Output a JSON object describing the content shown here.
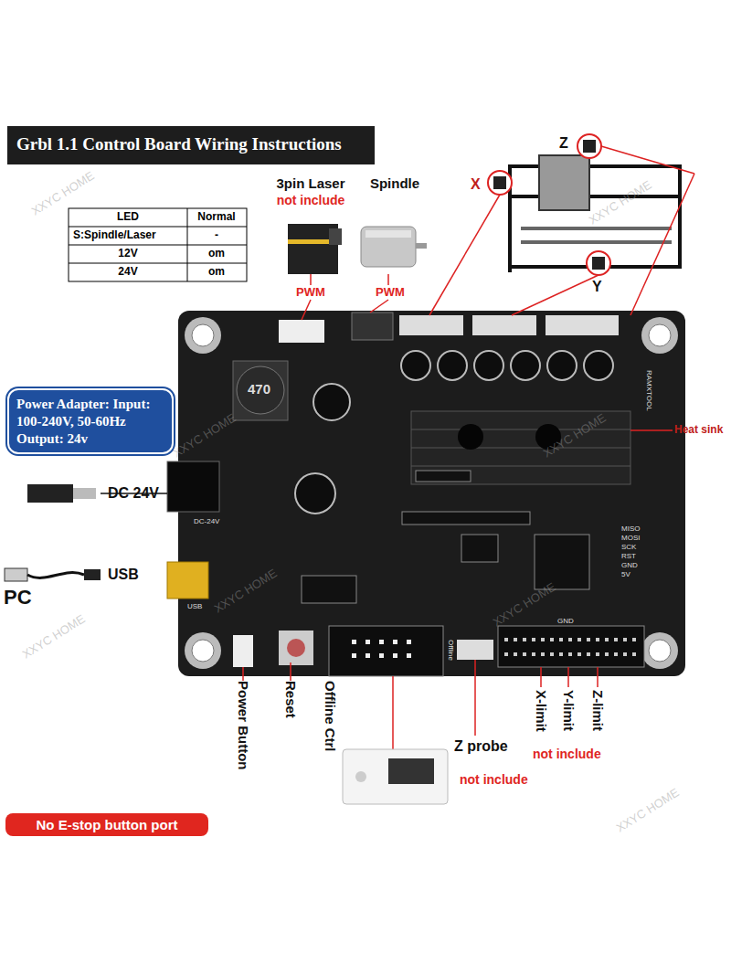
{
  "diagram": {
    "title": "Grbl 1.1 Control Board Wiring Instructions",
    "nodes": [
      {
        "text": [
          "Power Adapter: Input: 100-240V, 50-60Hz Output: 24v"
        ]
      },
      {
        "text": [
          "No E-stop button port"
        ]
      }
    ],
    "labels": [
      "LED",
      "Normal",
      "S:Spindle/Laser",
      "-",
      "12V",
      "om",
      "24V",
      "om",
      "3pin Laser",
      "not include",
      "Spindle",
      "PWM",
      "PWM",
      "Z",
      "X",
      "Y",
      "Heat sink",
      "DC 24V",
      "USB",
      "PC",
      "Power Button",
      "Reset",
      "Offline Ctrl",
      "Z probe",
      "not include",
      "X-limit",
      "Y-limit",
      "Z-limit",
      "not include",
      "470",
      "DC-24V",
      "USB",
      "Offline",
      "GND",
      "RAMXTOOL",
      "MISO",
      "MOSI",
      "SCK",
      "RST",
      "GND",
      "5V",
      "XXYC HOME",
      "XXYC HOME",
      "XXYC HOME",
      "XXYC HOME",
      "XXYC HOME",
      "XXYC HOME",
      "XXYC HOME",
      "XXYC HOME"
    ]
  }
}
